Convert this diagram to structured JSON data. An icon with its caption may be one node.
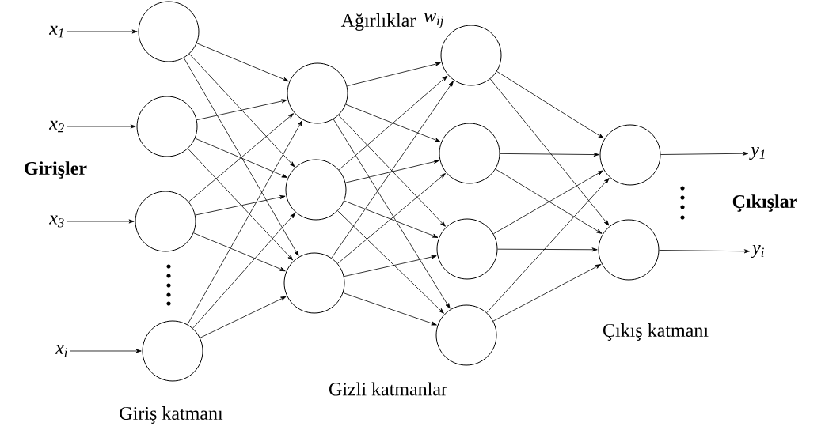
{
  "diagram": {
    "nodes": [
      {
        "text": [
          "x$_{1}$"
        ]
      },
      {
        "text": [
          "x$_{2}$"
        ]
      },
      {
        "text": [
          "x$_{3}$"
        ]
      },
      {
        "text": [
          "x$_{i}$"
        ]
      },
      {
        "text": [],
        "shape": "circle"
      },
      {
        "text": [],
        "shape": "circle"
      },
      {
        "text": [],
        "shape": "circle"
      },
      {
        "text": [],
        "shape": "circle"
      },
      {
        "text": [],
        "shape": "circle"
      },
      {
        "text": [],
        "shape": "circle"
      },
      {
        "text": [],
        "shape": "circle"
      },
      {
        "text": [],
        "shape": "circle"
      },
      {
        "text": [],
        "shape": "circle"
      },
      {
        "text": [],
        "shape": "circle"
      },
      {
        "text": [],
        "shape": "circle"
      },
      {
        "text": [],
        "shape": "circle"
      },
      {
        "text": [],
        "shape": "circle"
      },
      {
        "text": [
          "y$_{1}$"
        ]
      },
      {
        "text": [
          "y$_{i}$"
        ]
      }
    ],
    "edges": [
      {
        "from": 0,
        "to": 4,
        "arrow": "to"
      },
      {
        "from": 1,
        "to": 5,
        "arrow": "to"
      },
      {
        "from": 2,
        "to": 6,
        "arrow": "to"
      },
      {
        "from": 3,
        "to": 7,
        "arrow": "to"
      },
      {
        "from": 4,
        "to": 8,
        "arrow": "to"
      },
      {
        "from": 4,
        "to": 9,
        "arrow": "to"
      },
      {
        "from": 4,
        "to": 10,
        "arrow": "to"
      },
      {
        "from": 5,
        "to": 8,
        "arrow": "to"
      },
      {
        "from": 5,
        "to": 9,
        "arrow": "to"
      },
      {
        "from": 5,
        "to": 10,
        "arrow": "to"
      },
      {
        "from": 6,
        "to": 8,
        "arrow": "to"
      },
      {
        "from": 6,
        "to": 9,
        "arrow": "to"
      },
      {
        "from": 6,
        "to": 10,
        "arrow": "to"
      },
      {
        "from": 7,
        "to": 8,
        "arrow": "to"
      },
      {
        "from": 7,
        "to": 9,
        "arrow": "to"
      },
      {
        "from": 7,
        "to": 10,
        "arrow": "to"
      },
      {
        "from": 8,
        "to": 11,
        "arrow": "to"
      },
      {
        "from": 8,
        "to": 12,
        "arrow": "to"
      },
      {
        "from": 8,
        "to": 13,
        "arrow": "to"
      },
      {
        "from": 8,
        "to": 14,
        "arrow": "to"
      },
      {
        "from": 9,
        "to": 11,
        "arrow": "to"
      },
      {
        "from": 9,
        "to": 12,
        "arrow": "to"
      },
      {
        "from": 9,
        "to": 13,
        "arrow": "to"
      },
      {
        "from": 9,
        "to": 14,
        "arrow": "to"
      },
      {
        "from": 10,
        "to": 11,
        "arrow": "to"
      },
      {
        "from": 10,
        "to": 12,
        "arrow": "to"
      },
      {
        "from": 10,
        "to": 13,
        "arrow": "to"
      },
      {
        "from": 10,
        "to": 14,
        "arrow": "to"
      },
      {
        "from": 11,
        "to": 15,
        "arrow": "to"
      },
      {
        "from": 11,
        "to": 16,
        "arrow": "to"
      },
      {
        "from": 12,
        "to": 15,
        "arrow": "to"
      },
      {
        "from": 12,
        "to": 16,
        "arrow": "to"
      },
      {
        "from": 13,
        "to": 15,
        "arrow": "to"
      },
      {
        "from": 13,
        "to": 16,
        "arrow": "to"
      },
      {
        "from": 14,
        "to": 15,
        "arrow": "to"
      },
      {
        "from": 14,
        "to": 16,
        "arrow": "to"
      },
      {
        "from": 15,
        "to": 17,
        "arrow": "to"
      },
      {
        "from": 16,
        "to": 18,
        "arrow": "to"
      }
    ],
    "labels": [
      "Ağırlıklar",
      "w$_{ij}$",
      "Girişler",
      "Çıkışlar",
      "Çıkış katmanı",
      "Gizli katmanlar",
      "Giriş katmanı"
    ]
  }
}
